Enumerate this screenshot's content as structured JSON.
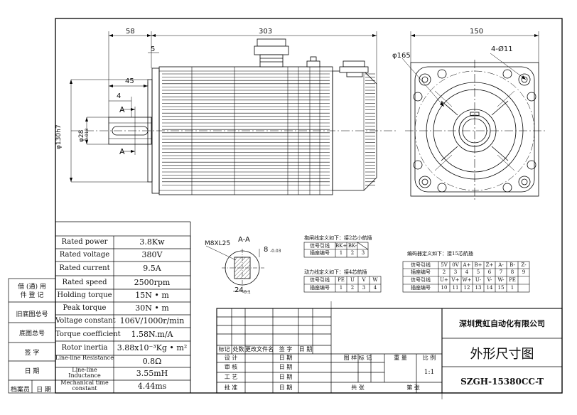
{
  "dimensions": {
    "flange_len": "58",
    "body_len": "303",
    "flange_offset": "5",
    "shaft_len": "45",
    "key_len": "4",
    "section": "A",
    "pilot_dia": "φ130h7",
    "shaft_dia": "φ28",
    "shaft_tol": "-0.013",
    "pcd": "φ165",
    "flange_square": "150",
    "holes": "4-Ø11"
  },
  "section_view": {
    "title": "A-A",
    "thread": "M8XL25",
    "key_width": "8",
    "key_tol": "-0.03",
    "depth": "24",
    "depth_tol": "-0.1"
  },
  "spec_table": [
    {
      "label": "Rated power",
      "value": "3.8Kw"
    },
    {
      "label": "Rated voltage",
      "value": "380V"
    },
    {
      "label": "Rated current",
      "value": "9.5A"
    },
    {
      "label": "Rated speed",
      "value": "2500rpm"
    },
    {
      "label": "Holding torque",
      "value": "15N • m"
    },
    {
      "label": "Peak torque",
      "value": "30N • m"
    },
    {
      "label": "Voltage constant",
      "value": "106V/1000r/min"
    },
    {
      "label": "Torque coefficient",
      "value": "1.58N.m/A"
    },
    {
      "label": "Rotor inertia",
      "value": "3.88x10⁻³Kg • m²"
    },
    {
      "label": "Line-line Resistance",
      "value": "0.8Ω"
    },
    {
      "label": "Line-line Inductance",
      "value": "3.55mH"
    },
    {
      "label": "Mechanical time constant",
      "value": "4.44ms"
    }
  ],
  "side_table": [
    "借 (通) 用\n件 登 记",
    "旧底图总号",
    "底图总号",
    "签 字",
    "日 期"
  ],
  "side_bottom": [
    "档案员",
    "日 期"
  ],
  "brake_plug": {
    "title": "抱闸线定义如下：接2芯小航插",
    "row1_label": "信号引线",
    "row1": [
      "BK+",
      "BK-",
      ""
    ],
    "row2_label": "插座编号",
    "row2": [
      "1",
      "2",
      "3"
    ]
  },
  "power_plug": {
    "title": "动力线定义如下：接4芯航插",
    "row1_label": "信号引线",
    "row1": [
      "PE",
      "U",
      "V",
      "W"
    ],
    "row2_label": "插座编号",
    "row2": [
      "1",
      "2",
      "3",
      "4"
    ]
  },
  "encoder_plug": {
    "title": "编码器定义如下：接15芯航插",
    "row1_label": "信号引线",
    "row1": [
      "5V",
      "0V",
      "A+",
      "B+",
      "Z+",
      "A-",
      "B-",
      "Z-"
    ],
    "row2_label": "插座编号",
    "row2": [
      "2",
      "3",
      "4",
      "5",
      "6",
      "7",
      "8",
      "9"
    ],
    "row3_label": "信号引线",
    "row3": [
      "U+",
      "V+",
      "W+",
      "U-",
      "V-",
      "W-",
      "PE",
      ""
    ],
    "row4_label": "插座编号",
    "row4": [
      "10",
      "11",
      "12",
      "13",
      "14",
      "15",
      "1",
      ""
    ]
  },
  "title_block": {
    "company": "深圳贯虹自动化有限公司",
    "drawing_title": "外形尺寸图",
    "model": "SZGH-15380CC-T",
    "rev_header": [
      "标记",
      "处数",
      "更改文件名",
      "签 字",
      "日 期"
    ],
    "roles": [
      "设 计",
      "审 核",
      "工 艺",
      "批 准"
    ],
    "date_label": "日 期",
    "stage_label": "图 样 标 记",
    "weight_label": "重 量",
    "scale_label": "比 例",
    "scale": "1:1",
    "total_label": "共    张",
    "sheet_label": "第    张"
  }
}
